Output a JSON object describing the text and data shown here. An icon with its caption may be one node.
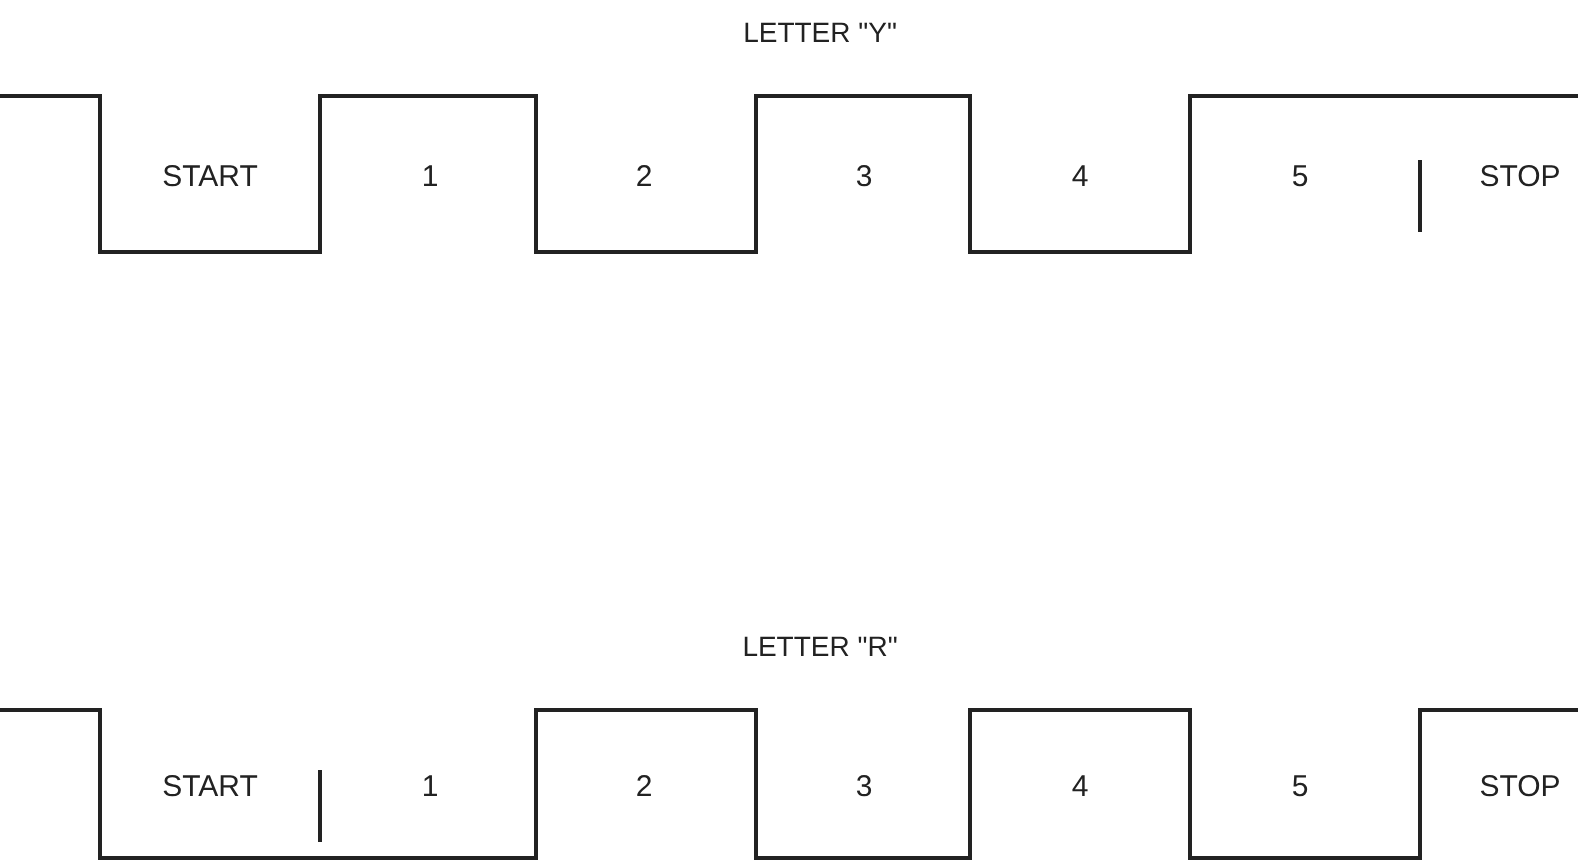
{
  "diagram": {
    "labels": [
      "LETTER \"Y\"",
      "START",
      "1",
      "2",
      "3",
      "4",
      "5",
      "STOP",
      "LETTER \"R\"",
      "START",
      "1",
      "2",
      "3",
      "4",
      "5",
      "STOP"
    ]
  }
}
